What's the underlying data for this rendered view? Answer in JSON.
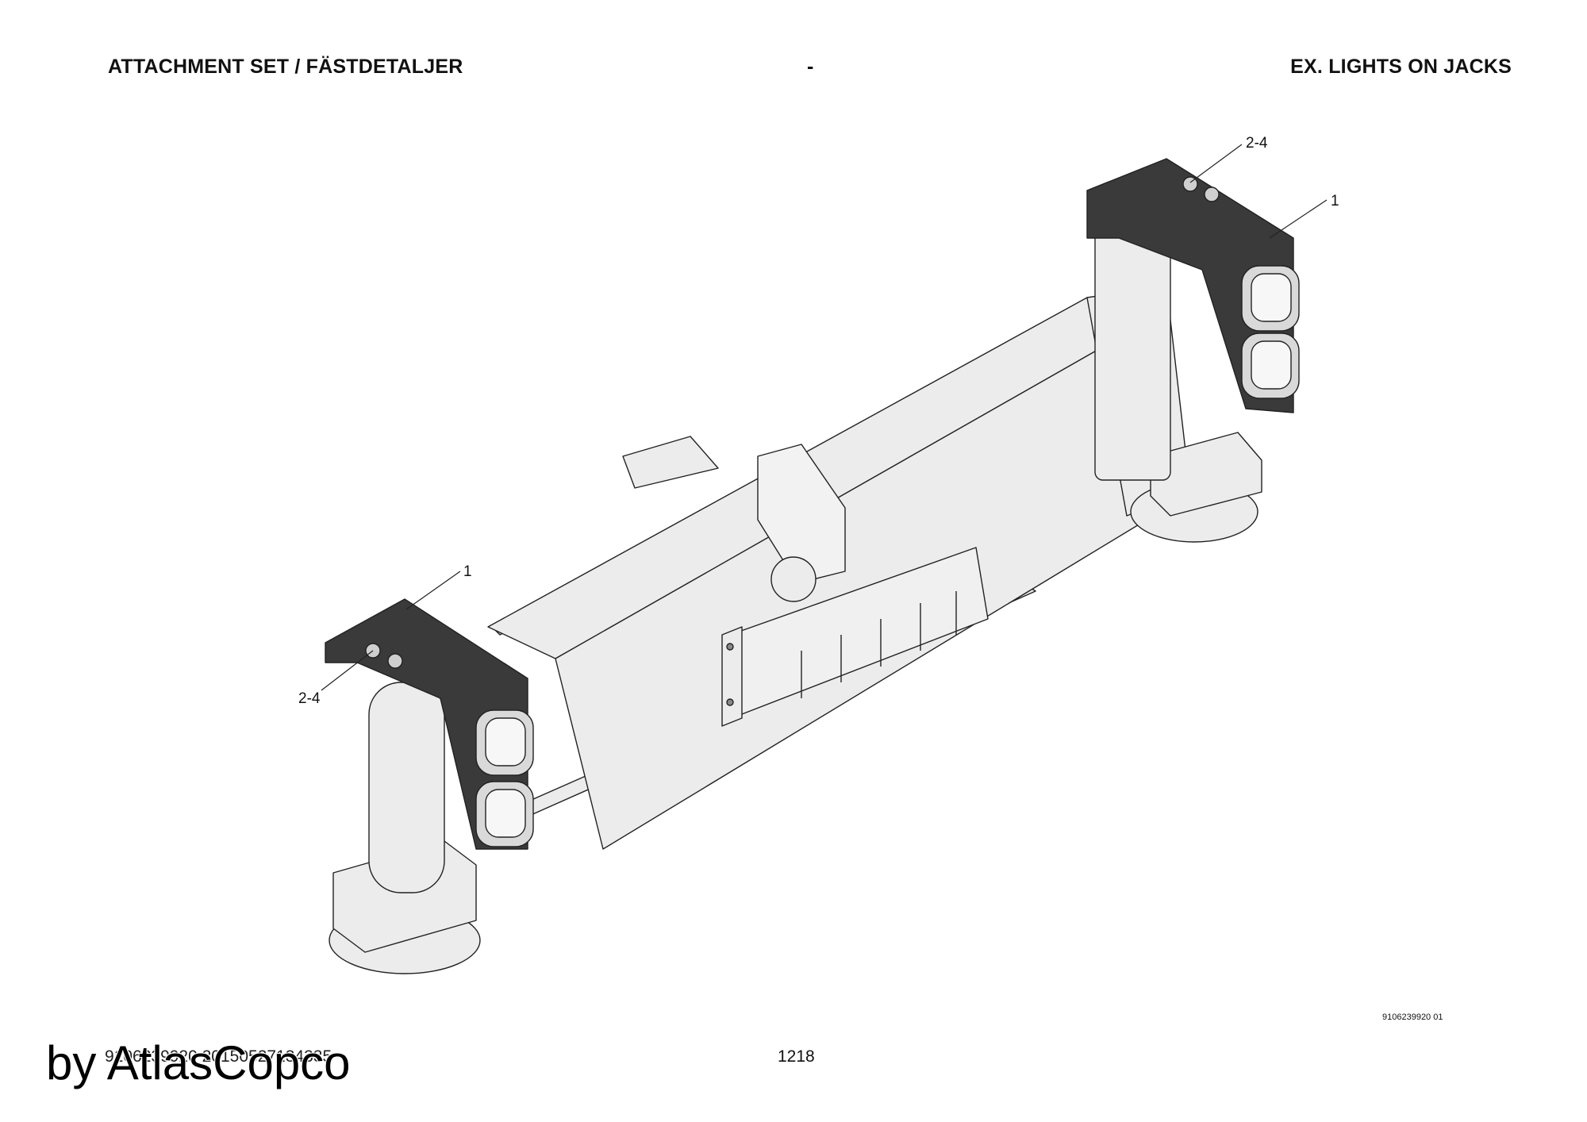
{
  "header": {
    "left": "ATTACHMENT SET / FÄSTDETALJER",
    "center": "-",
    "right": "EX. LIGHTS ON JACKS"
  },
  "callouts": {
    "top_bolt": "2-4",
    "top_bracket": "1",
    "left_bracket": "1",
    "left_bolt": "2-4"
  },
  "figure_id": "9106239920 01",
  "footer": {
    "doc_ref": "9106239920 20150527134335",
    "page": "1218"
  },
  "watermark": "by AtlasCopco",
  "colors": {
    "part_fill": "#ececec",
    "bracket_fill": "#3a3a3a",
    "line": "#222222"
  }
}
